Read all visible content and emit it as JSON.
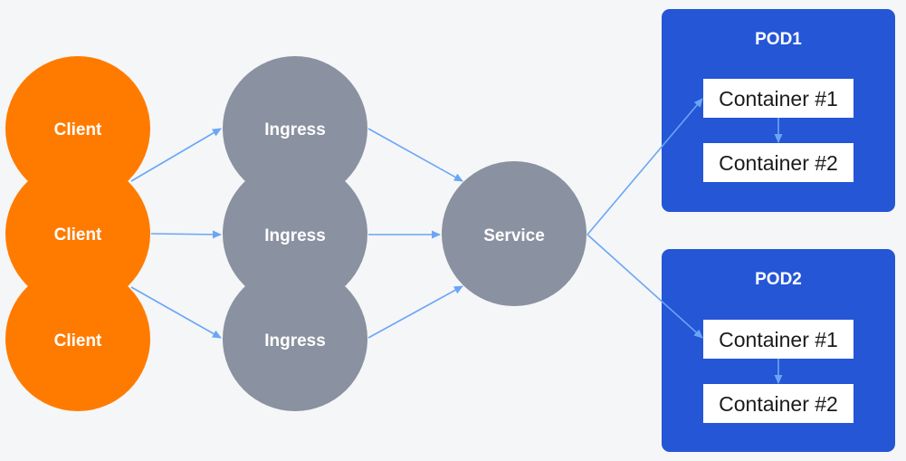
{
  "diagram": {
    "clients": [
      {
        "label": "Client"
      },
      {
        "label": "Client"
      },
      {
        "label": "Client"
      }
    ],
    "ingresses": [
      {
        "label": "Ingress"
      },
      {
        "label": "Ingress"
      },
      {
        "label": "Ingress"
      }
    ],
    "service": {
      "label": "Service"
    },
    "pods": [
      {
        "title": "POD1",
        "containers": [
          "Container #1",
          "Container #2"
        ]
      },
      {
        "title": "POD2",
        "containers": [
          "Container #1",
          "Container #2"
        ]
      }
    ]
  },
  "colors": {
    "background": "#f5f6f7",
    "client": "#ff7b00",
    "node": "#8a91a0",
    "pod": "#2456d6",
    "arrow": "#6aa6f8",
    "container_bg": "#ffffff"
  }
}
